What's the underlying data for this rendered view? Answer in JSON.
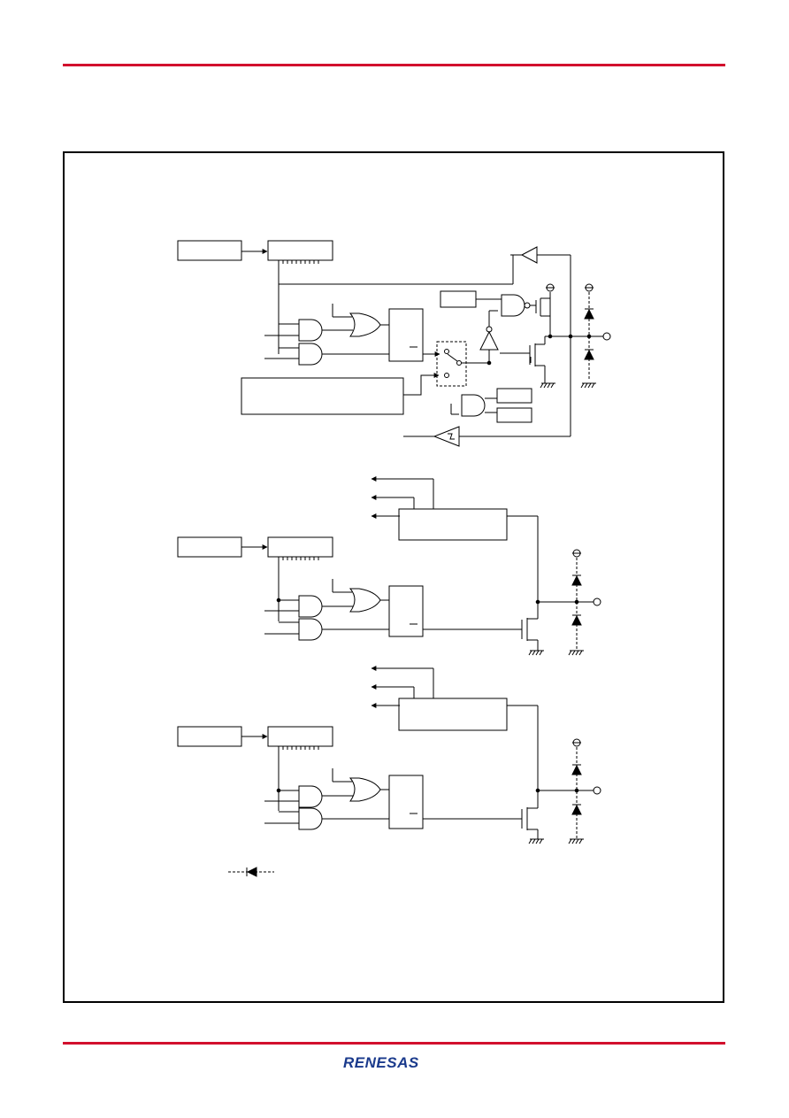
{
  "page": {
    "accent_color": "#d2102d",
    "line_color": "#000000"
  },
  "brand": {
    "logo_text": "RENESAS",
    "logo_color": "#1a3a8c"
  },
  "diagram": {
    "blocks": [
      {
        "id": "pin-circuit-1",
        "kind": "bidirectional-io-with-pullup"
      },
      {
        "id": "pin-circuit-2",
        "kind": "open-drain-output"
      },
      {
        "id": "pin-circuit-3",
        "kind": "open-drain-output"
      }
    ]
  }
}
